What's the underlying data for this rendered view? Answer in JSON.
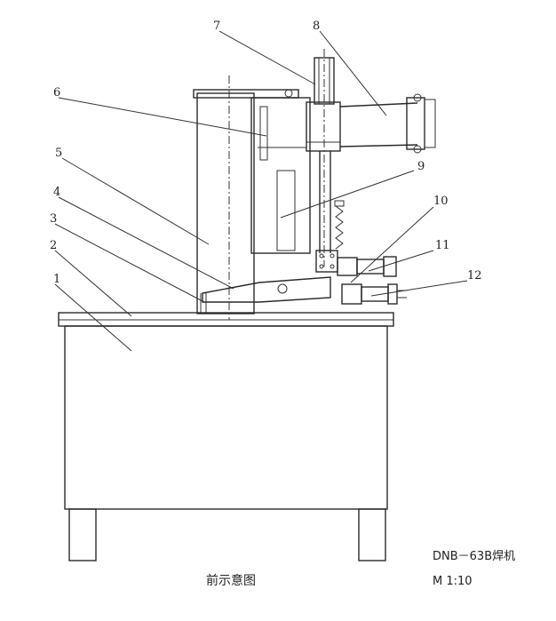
{
  "diagram": {
    "callouts": [
      "1",
      "2",
      "3",
      "4",
      "5",
      "6",
      "7",
      "8",
      "9",
      "10",
      "11",
      "12"
    ],
    "caption": "前示意图",
    "model": "DNB－63B焊机",
    "scale": "M 1:10"
  },
  "colors": {
    "line": "#2a2a2a",
    "background": "#ffffff"
  }
}
